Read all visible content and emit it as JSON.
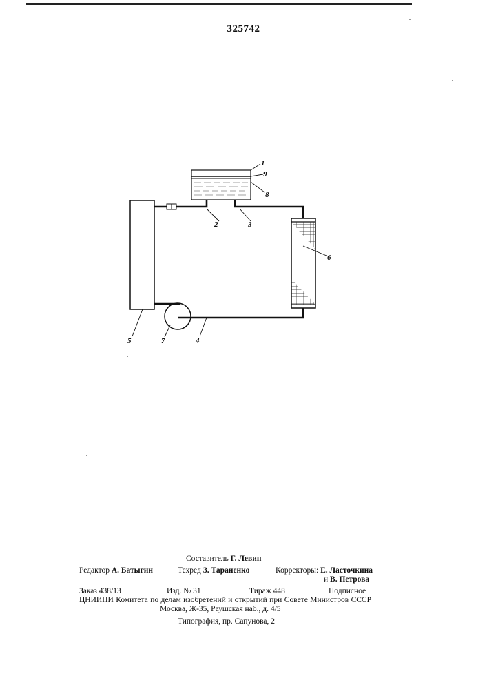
{
  "patent_number": "325742",
  "figure_labels": {
    "l1": "1",
    "l2": "2",
    "l3": "3",
    "l4": "4",
    "l5": "5",
    "l6": "6",
    "l7": "7",
    "l8": "8",
    "l9": "9"
  },
  "imprint": {
    "compiler_role": "Составитель",
    "compiler_name": "Г. Левин",
    "editor_role": "Редактор",
    "editor_name": "А. Батыгин",
    "techred_role": "Техред",
    "techred_name": "З. Тараненко",
    "correctors_role": "Корректоры:",
    "corrector_1": "Е. Ласточкина",
    "corrector_2_prefix": "и",
    "corrector_2": "В. Петрова",
    "order": "Заказ 438/13",
    "edition": "Изд. № 31",
    "circulation": "Тираж 448",
    "subscription": "Подписное",
    "org_line": "ЦНИИПИ Комитета по делам изобретений и открытий при Совете Министров СССР",
    "address": "Москва, Ж-35, Раушская наб., д. 4/5",
    "printing": "Типография, пр. Сапунова, 2"
  }
}
